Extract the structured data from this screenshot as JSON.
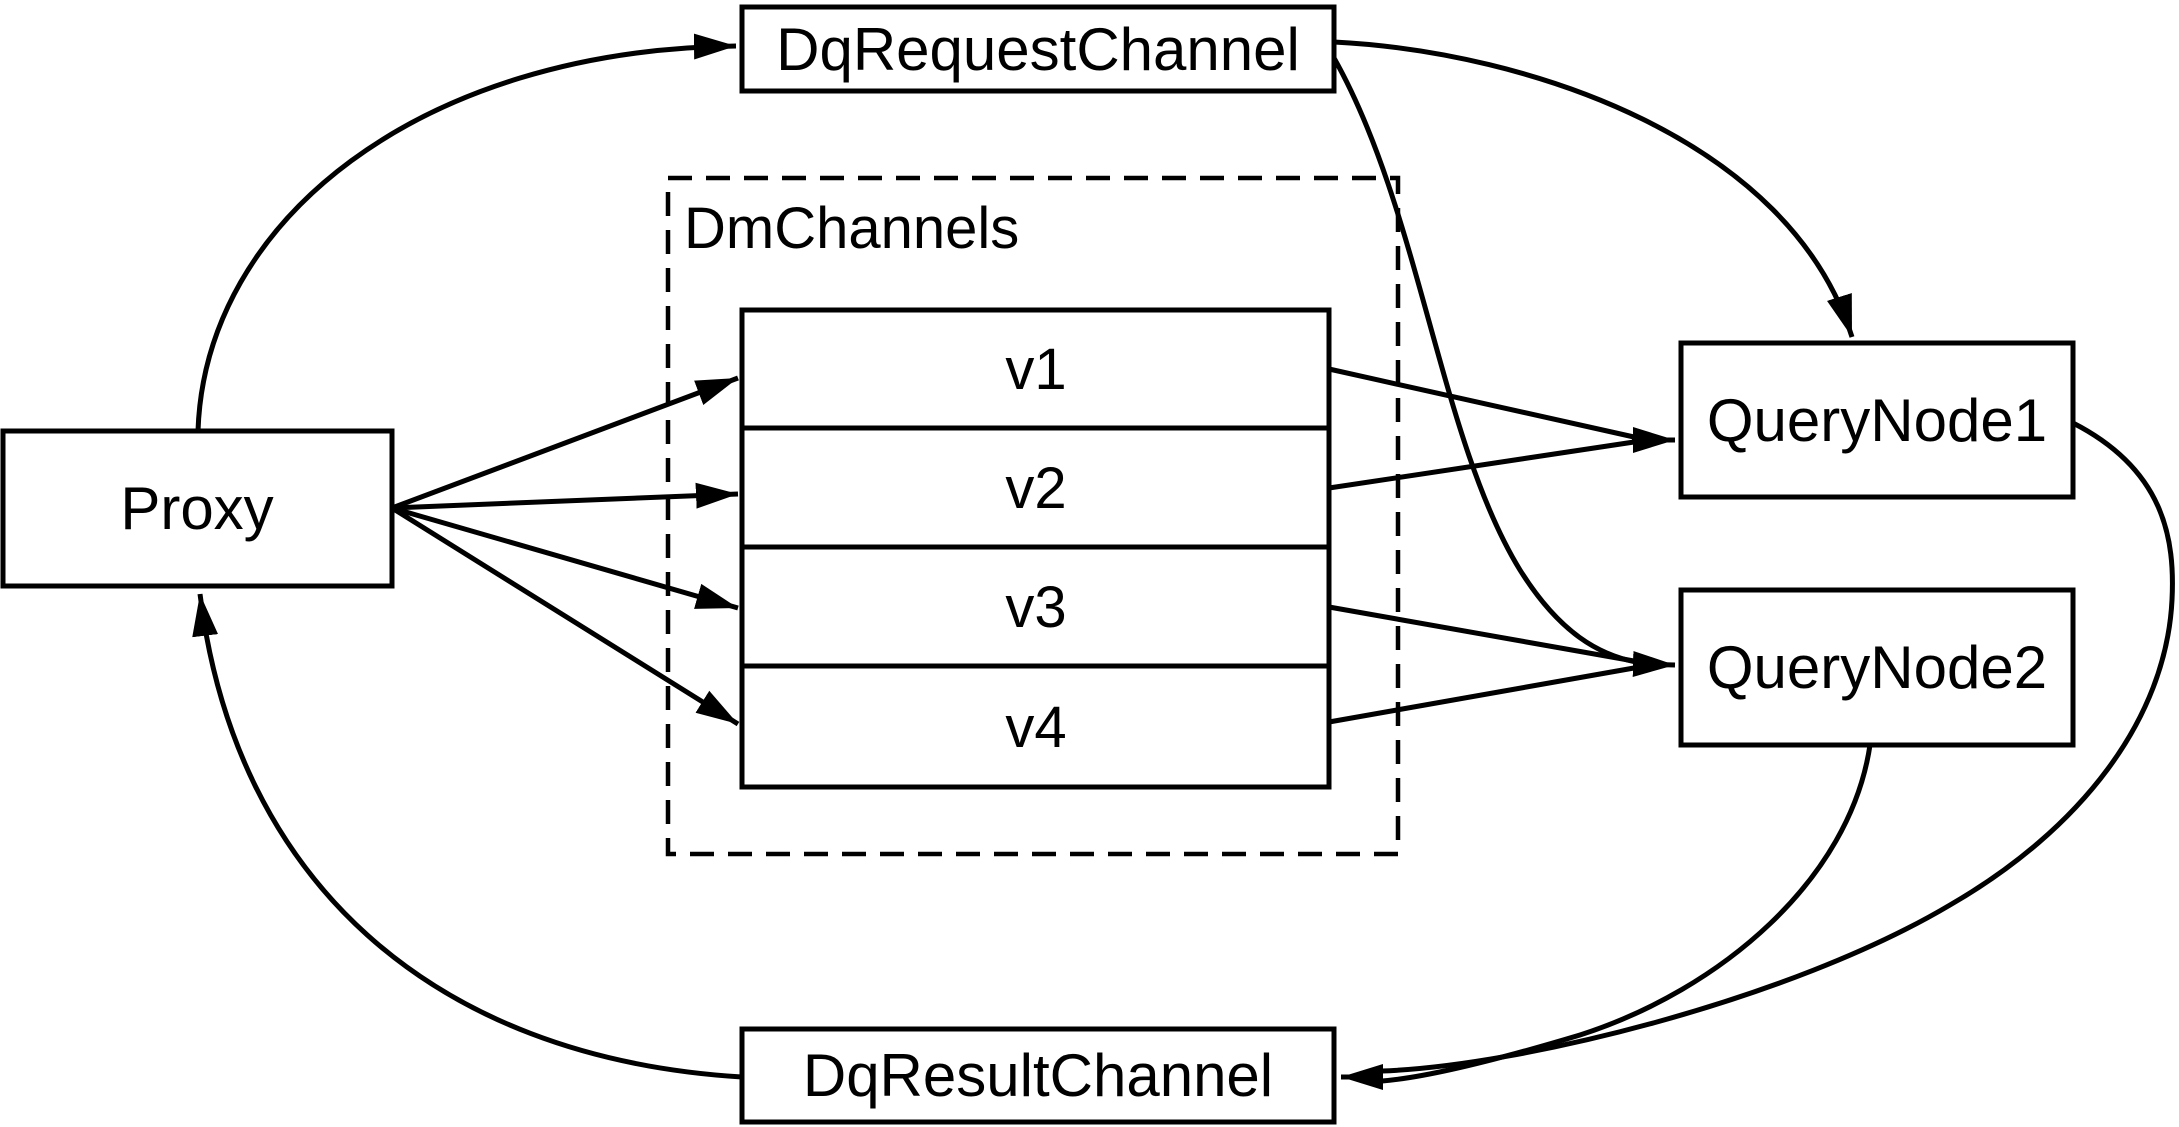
{
  "diagram": {
    "colors": {
      "background": "#ffffff",
      "stroke": "#000000",
      "text": "#000000"
    },
    "nodes": {
      "proxy": {
        "label": "Proxy"
      },
      "dq_request_channel": {
        "label": "DqRequestChannel"
      },
      "dm_channels": {
        "label": "DmChannels"
      },
      "channels": [
        {
          "label": "v1"
        },
        {
          "label": "v2"
        },
        {
          "label": "v3"
        },
        {
          "label": "v4"
        }
      ],
      "query_node_1": {
        "label": "QueryNode1"
      },
      "query_node_2": {
        "label": "QueryNode2"
      },
      "dq_result_channel": {
        "label": "DqResultChannel"
      }
    },
    "edges": [
      {
        "from": "Proxy",
        "to": "DqRequestChannel"
      },
      {
        "from": "DqRequestChannel",
        "to": "QueryNode1"
      },
      {
        "from": "DqRequestChannel",
        "to": "QueryNode2"
      },
      {
        "from": "Proxy",
        "to": "v1"
      },
      {
        "from": "Proxy",
        "to": "v2"
      },
      {
        "from": "Proxy",
        "to": "v3"
      },
      {
        "from": "Proxy",
        "to": "v4"
      },
      {
        "from": "v1",
        "to": "QueryNode1"
      },
      {
        "from": "v2",
        "to": "QueryNode1"
      },
      {
        "from": "v3",
        "to": "QueryNode2"
      },
      {
        "from": "v4",
        "to": "QueryNode2"
      },
      {
        "from": "QueryNode1",
        "to": "DqResultChannel"
      },
      {
        "from": "QueryNode2",
        "to": "DqResultChannel"
      },
      {
        "from": "DqResultChannel",
        "to": "Proxy"
      }
    ]
  }
}
